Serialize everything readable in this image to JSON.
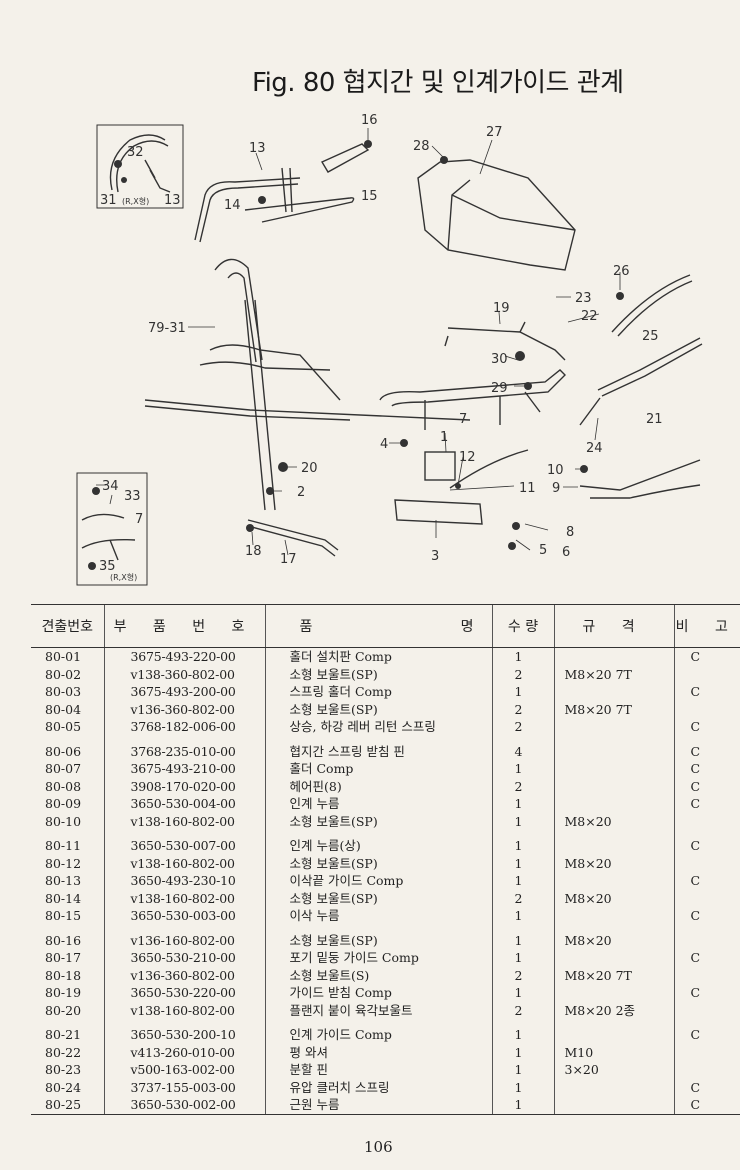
{
  "title": "Fig. 80 협지간 및 인계가이드 관계",
  "page_number": "106",
  "diagram": {
    "labels": [
      "16",
      "13",
      "28",
      "27",
      "15",
      "14",
      "32",
      "31",
      "(R,X형)",
      "13",
      "79-31",
      "26",
      "23",
      "22",
      "25",
      "19",
      "30",
      "29",
      "21",
      "7",
      "1",
      "12",
      "4",
      "10",
      "11",
      "9",
      "24",
      "20",
      "2",
      "34",
      "33",
      "7",
      "35",
      "(R,X형)",
      "8",
      "5",
      "6",
      "18",
      "17",
      "3"
    ]
  },
  "table": {
    "headers": [
      "견출번호",
      "부 품 번 호",
      "품",
      "명",
      "수 량",
      "규 격",
      "비 고"
    ],
    "rows": [
      {
        "no": "80-01",
        "part": "3675-493-220-00",
        "name": "홀더 설치판 Comp",
        "qty": "1",
        "spec": "",
        "remark": "C"
      },
      {
        "no": "80-02",
        "part": "v138-360-802-00",
        "name": "소형 보울트(SP)",
        "qty": "2",
        "spec": "M8×20 7T",
        "remark": ""
      },
      {
        "no": "80-03",
        "part": "3675-493-200-00",
        "name": "스프링 홀더 Comp",
        "qty": "1",
        "spec": "",
        "remark": "C"
      },
      {
        "no": "80-04",
        "part": "v136-360-802-00",
        "name": "소형 보울트(SP)",
        "qty": "2",
        "spec": "M8×20 7T",
        "remark": ""
      },
      {
        "no": "80-05",
        "part": "3768-182-006-00",
        "name": "상승, 하강 레버 리턴 스프링",
        "qty": "2",
        "spec": "",
        "remark": "C"
      },
      {
        "no": "80-06",
        "part": "3768-235-010-00",
        "name": "협지간 스프링 받침 핀",
        "qty": "4",
        "spec": "",
        "remark": "C"
      },
      {
        "no": "80-07",
        "part": "3675-493-210-00",
        "name": "홀더 Comp",
        "qty": "1",
        "spec": "",
        "remark": "C"
      },
      {
        "no": "80-08",
        "part": "3908-170-020-00",
        "name": "헤어핀(8)",
        "qty": "2",
        "spec": "",
        "remark": "C"
      },
      {
        "no": "80-09",
        "part": "3650-530-004-00",
        "name": "인계 누름",
        "qty": "1",
        "spec": "",
        "remark": "C"
      },
      {
        "no": "80-10",
        "part": "v138-160-802-00",
        "name": "소형 보울트(SP)",
        "qty": "1",
        "spec": "M8×20",
        "remark": ""
      },
      {
        "no": "80-11",
        "part": "3650-530-007-00",
        "name": "인계 누름(상)",
        "qty": "1",
        "spec": "",
        "remark": "C"
      },
      {
        "no": "80-12",
        "part": "v138-160-802-00",
        "name": "소형 보울트(SP)",
        "qty": "1",
        "spec": "M8×20",
        "remark": ""
      },
      {
        "no": "80-13",
        "part": "3650-493-230-10",
        "name": "이삭끝 가이드 Comp",
        "qty": "1",
        "spec": "",
        "remark": "C"
      },
      {
        "no": "80-14",
        "part": "v138-160-802-00",
        "name": "소형 보울트(SP)",
        "qty": "2",
        "spec": "M8×20",
        "remark": ""
      },
      {
        "no": "80-15",
        "part": "3650-530-003-00",
        "name": "이삭 누름",
        "qty": "1",
        "spec": "",
        "remark": "C"
      },
      {
        "no": "80-16",
        "part": "v136-160-802-00",
        "name": "소형 보울트(SP)",
        "qty": "1",
        "spec": "M8×20",
        "remark": ""
      },
      {
        "no": "80-17",
        "part": "3650-530-210-00",
        "name": "포기 밑둥 가이드 Comp",
        "qty": "1",
        "spec": "",
        "remark": "C"
      },
      {
        "no": "80-18",
        "part": "v136-360-802-00",
        "name": "소형 보울트(S)",
        "qty": "2",
        "spec": "M8×20 7T",
        "remark": ""
      },
      {
        "no": "80-19",
        "part": "3650-530-220-00",
        "name": "가이드 받침 Comp",
        "qty": "1",
        "spec": "",
        "remark": "C"
      },
      {
        "no": "80-20",
        "part": "v138-160-802-00",
        "name": "플랜지 붙이 육각보울트",
        "qty": "2",
        "spec": "M8×20 2종",
        "remark": ""
      },
      {
        "no": "80-21",
        "part": "3650-530-200-10",
        "name": "인계 가이드 Comp",
        "qty": "1",
        "spec": "",
        "remark": "C"
      },
      {
        "no": "80-22",
        "part": "v413-260-010-00",
        "name": "평 와셔",
        "qty": "1",
        "spec": "M10",
        "remark": ""
      },
      {
        "no": "80-23",
        "part": "v500-163-002-00",
        "name": "분할 핀",
        "qty": "1",
        "spec": "3×20",
        "remark": ""
      },
      {
        "no": "80-24",
        "part": "3737-155-003-00",
        "name": "유압 클러치 스프링",
        "qty": "1",
        "spec": "",
        "remark": "C"
      },
      {
        "no": "80-25",
        "part": "3650-530-002-00",
        "name": "근원 누름",
        "qty": "1",
        "spec": "",
        "remark": "C"
      }
    ]
  }
}
